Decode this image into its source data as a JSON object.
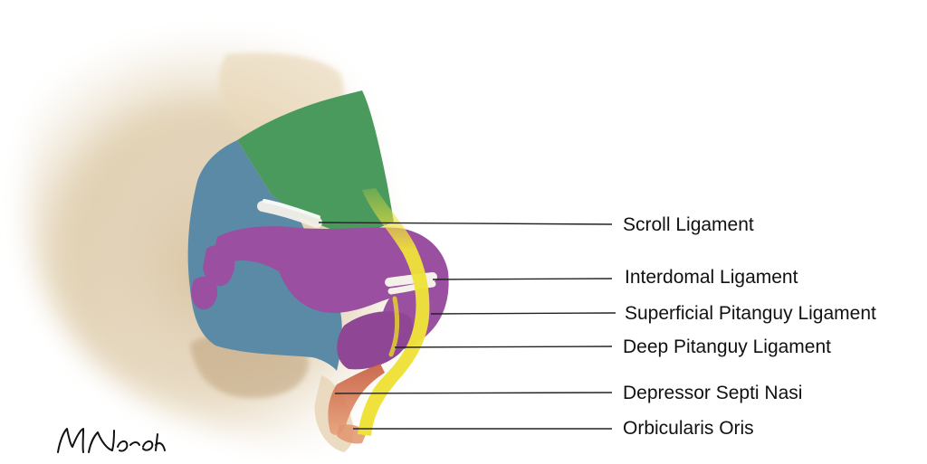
{
  "labels": [
    {
      "id": "scroll",
      "text": "Scroll Ligament"
    },
    {
      "id": "interdomal",
      "text": "Interdomal Ligament"
    },
    {
      "id": "superficial-pitanguy",
      "text": "Superficial Pitanguy Ligament"
    },
    {
      "id": "deep-pitanguy",
      "text": "Deep Pitanguy Ligament"
    },
    {
      "id": "depressor",
      "text": "Depressor Septi Nasi"
    },
    {
      "id": "orbicularis",
      "text": "Orbicularis Oris"
    }
  ],
  "signature": "MNorek",
  "colors": {
    "skin": "#e3d3b6",
    "upper_lateral_cartilage": "#4a9a5e",
    "sidewall": "#5b8aa6",
    "lower_lateral_cartilage": "#9a4fa0",
    "ligament_band": "#efe23a",
    "muscle": "#d3704a",
    "leader_line": "#222222"
  }
}
